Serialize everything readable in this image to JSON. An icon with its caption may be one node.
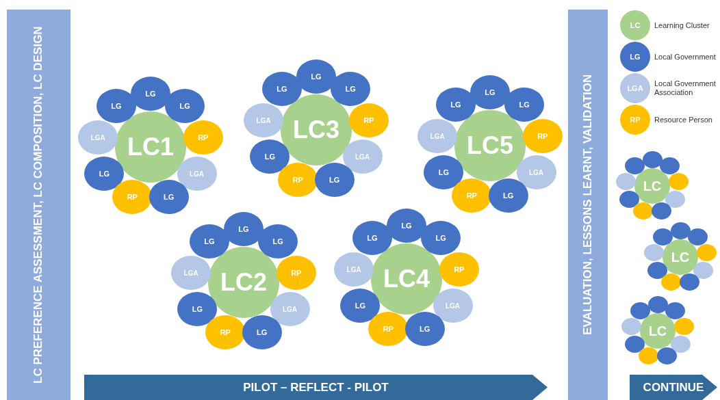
{
  "diagram": {
    "nodes": [
      {
        "text": [
          "LC PREFERENCE ASSESSMENT, LC COMPOSITION, LC DESIGN"
        ]
      },
      {
        "text": [
          "LC1"
        ]
      },
      {
        "text": [
          "LG"
        ]
      },
      {
        "text": [
          "LG"
        ]
      },
      {
        "text": [
          "LG"
        ]
      },
      {
        "text": [
          "LGA"
        ]
      },
      {
        "text": [
          "RP"
        ]
      },
      {
        "text": [
          "LG"
        ]
      },
      {
        "text": [
          "LGA"
        ]
      },
      {
        "text": [
          "RP"
        ]
      },
      {
        "text": [
          "LG"
        ]
      },
      {
        "text": [
          "LC3"
        ]
      },
      {
        "text": [
          "LG"
        ]
      },
      {
        "text": [
          "LG"
        ]
      },
      {
        "text": [
          "LG"
        ]
      },
      {
        "text": [
          "LGA"
        ]
      },
      {
        "text": [
          "RP"
        ]
      },
      {
        "text": [
          "LG"
        ]
      },
      {
        "text": [
          "LGA"
        ]
      },
      {
        "text": [
          "RP"
        ]
      },
      {
        "text": [
          "LG"
        ]
      },
      {
        "text": [
          "LC5"
        ]
      },
      {
        "text": [
          "LG"
        ]
      },
      {
        "text": [
          "LG"
        ]
      },
      {
        "text": [
          "LG"
        ]
      },
      {
        "text": [
          "LGA"
        ]
      },
      {
        "text": [
          "RP"
        ]
      },
      {
        "text": [
          "LG"
        ]
      },
      {
        "text": [
          "LGA"
        ]
      },
      {
        "text": [
          "RP"
        ]
      },
      {
        "text": [
          "LG"
        ]
      },
      {
        "text": [
          "LC2"
        ]
      },
      {
        "text": [
          "LG"
        ]
      },
      {
        "text": [
          "LG"
        ]
      },
      {
        "text": [
          "LG"
        ]
      },
      {
        "text": [
          "LGA"
        ]
      },
      {
        "text": [
          "RP"
        ]
      },
      {
        "text": [
          "LG"
        ]
      },
      {
        "text": [
          "LGA"
        ]
      },
      {
        "text": [
          "RP"
        ]
      },
      {
        "text": [
          "LG"
        ]
      },
      {
        "text": [
          "LC4"
        ]
      },
      {
        "text": [
          "LG"
        ]
      },
      {
        "text": [
          "LG"
        ]
      },
      {
        "text": [
          "LG"
        ]
      },
      {
        "text": [
          "LGA"
        ]
      },
      {
        "text": [
          "RP"
        ]
      },
      {
        "text": [
          "LG"
        ]
      },
      {
        "text": [
          "LGA"
        ]
      },
      {
        "text": [
          "RP"
        ]
      },
      {
        "text": [
          "LG"
        ]
      },
      {
        "text": [
          "PILOT – REFLECT - PILOT"
        ]
      },
      {
        "text": [
          "EVALUATION, LESSONS LEARNT, VALIDATION"
        ]
      },
      {
        "text": [
          "LC"
        ]
      },
      {
        "text": [],
        "shape": "circle"
      },
      {
        "text": [],
        "shape": "circle"
      },
      {
        "text": [],
        "shape": "circle"
      },
      {
        "text": [],
        "shape": "circle"
      },
      {
        "text": [],
        "shape": "circle"
      },
      {
        "text": [],
        "shape": "circle"
      },
      {
        "text": [],
        "shape": "circle"
      },
      {
        "text": [],
        "shape": "circle"
      },
      {
        "text": [],
        "shape": "circle"
      },
      {
        "text": [
          "LC"
        ]
      },
      {
        "text": [],
        "shape": "circle"
      },
      {
        "text": [],
        "shape": "circle"
      },
      {
        "text": [],
        "shape": "circle"
      },
      {
        "text": [],
        "shape": "circle"
      },
      {
        "text": [],
        "shape": "circle"
      },
      {
        "text": [],
        "shape": "circle"
      },
      {
        "text": [],
        "shape": "circle"
      },
      {
        "text": [],
        "shape": "circle"
      },
      {
        "text": [],
        "shape": "circle"
      },
      {
        "text": [
          "LC"
        ]
      },
      {
        "text": [],
        "shape": "circle"
      },
      {
        "text": [],
        "shape": "circle"
      },
      {
        "text": [],
        "shape": "circle"
      },
      {
        "text": [],
        "shape": "circle"
      },
      {
        "text": [],
        "shape": "circle"
      },
      {
        "text": [],
        "shape": "circle"
      },
      {
        "text": [],
        "shape": "circle"
      },
      {
        "text": [],
        "shape": "circle"
      },
      {
        "text": [],
        "shape": "circle"
      },
      {
        "text": [
          "CONTINUE"
        ]
      }
    ],
    "labels": [
      "LC",
      "LG",
      "LGA",
      "RP"
    ],
    "legend": [
      {
        "text": "Learning Cluster",
        "color": "#a9d18e"
      },
      {
        "text": "Local Government",
        "color": "#4472c4"
      },
      {
        "text": "Local Government Association",
        "color": "#b4c7e7"
      },
      {
        "text": "Resource Person",
        "color": "#ffc000"
      }
    ]
  }
}
